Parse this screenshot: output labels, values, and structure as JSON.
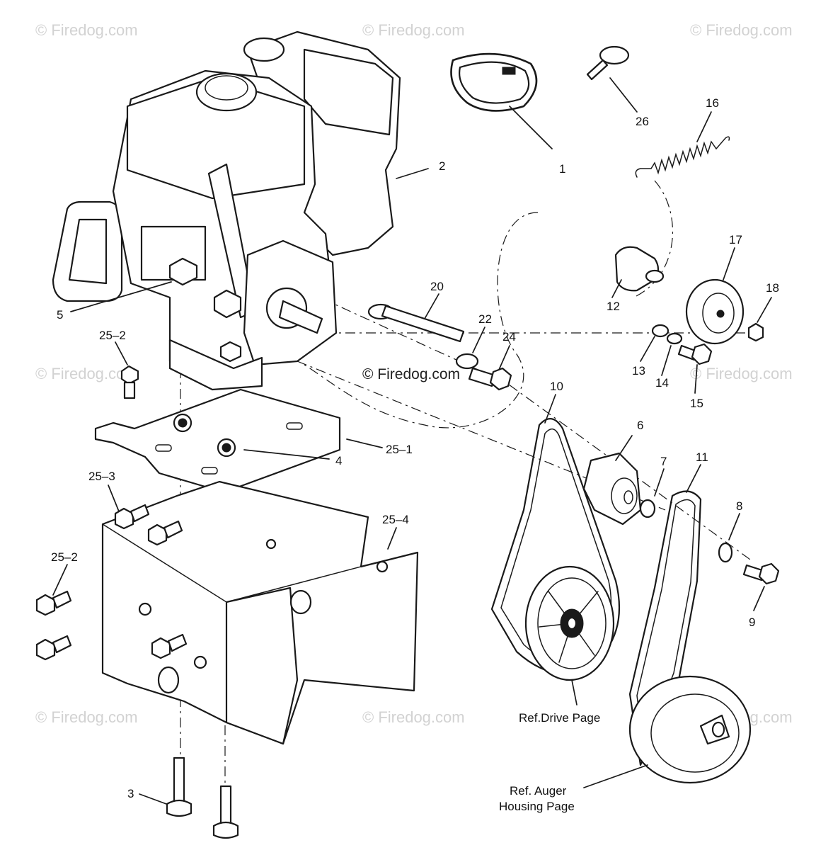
{
  "watermark": {
    "text": "© Firedog.com",
    "center_text": "© Firedog.com"
  },
  "callouts": {
    "c1": "1",
    "c2": "2",
    "c3": "3",
    "c4": "4",
    "c5": "5",
    "c6": "6",
    "c7": "7",
    "c8": "8",
    "c9": "9",
    "c10": "10",
    "c11": "11",
    "c12": "12",
    "c13": "13",
    "c14": "14",
    "c15": "15",
    "c16": "16",
    "c17": "17",
    "c18": "18",
    "c20": "20",
    "c22": "22",
    "c24": "24",
    "c26": "26",
    "c25_1": "25–1",
    "c25_2a": "25–2",
    "c25_2b": "25–2",
    "c25_3": "25–3",
    "c25_4": "25–4"
  },
  "notes": {
    "drive": "Ref.Drive Page",
    "auger_line1": "Ref. Auger",
    "auger_line2": "Housing Page"
  }
}
